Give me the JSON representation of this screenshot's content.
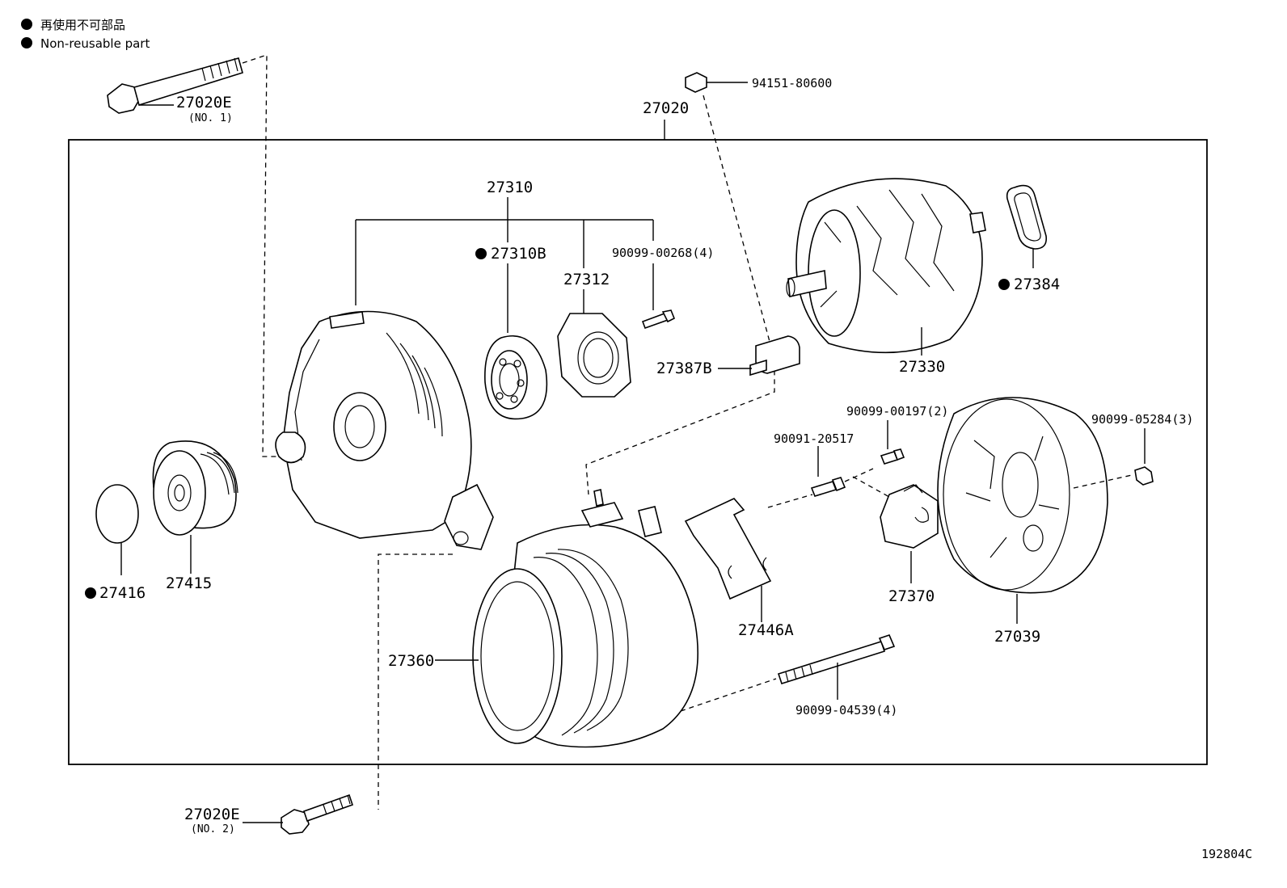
{
  "legend": {
    "japanese": "再使用不可部品",
    "english": "Non-reusable part"
  },
  "labels": {
    "assembly": "27020",
    "bolt_no1": "27020E",
    "bolt_no1_sub": "(NO. 1)",
    "bolt_no2": "27020E",
    "bolt_no2_sub": "(NO. 2)",
    "nut_top": "94151-80600",
    "frame_group": "27310",
    "bearing": "27310B",
    "retainer": "27312",
    "screw_4": "90099-00268(4)",
    "rotor": "27330",
    "ring": "27384",
    "insulator": "27387B",
    "cover_plate": "27416",
    "pulley": "27415",
    "stator_frame": "27360",
    "bracket": "27446A",
    "bolt_20517": "90091-20517",
    "screw_00197": "90099-00197(2)",
    "brush_holder": "27370",
    "end_cover": "27039",
    "nut_05284": "90099-05284(3)",
    "through_bolt": "90099-04539(4)",
    "diagram_id": "192804C"
  }
}
